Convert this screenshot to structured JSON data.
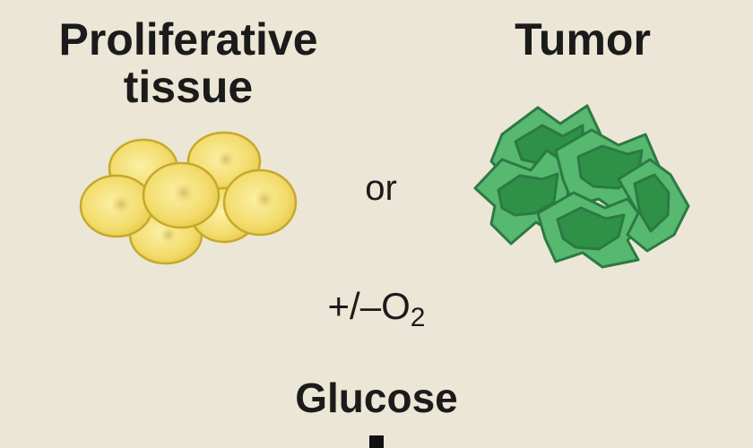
{
  "labels": {
    "proliferative_line1": "Proliferative",
    "proliferative_line2": "tissue",
    "tumor": "Tumor",
    "or": "or",
    "oxygen_prefix": "+/–O",
    "oxygen_subscript": "2",
    "glucose": "Glucose"
  },
  "colors": {
    "background": "#ece6d6",
    "proliferative_cell_fill": "#f5e07a",
    "proliferative_cell_stroke": "#c9ad2c",
    "tumor_cell_fill": "#4fb36a",
    "tumor_cell_dark": "#2f8f4c",
    "tumor_cell_stroke": "#2c7a43",
    "text": "#1b1b1b"
  },
  "icons": {
    "proliferative": "proliferative-cell-cluster-icon",
    "tumor": "tumor-cell-cluster-icon",
    "arrow": "down-arrow-icon"
  }
}
